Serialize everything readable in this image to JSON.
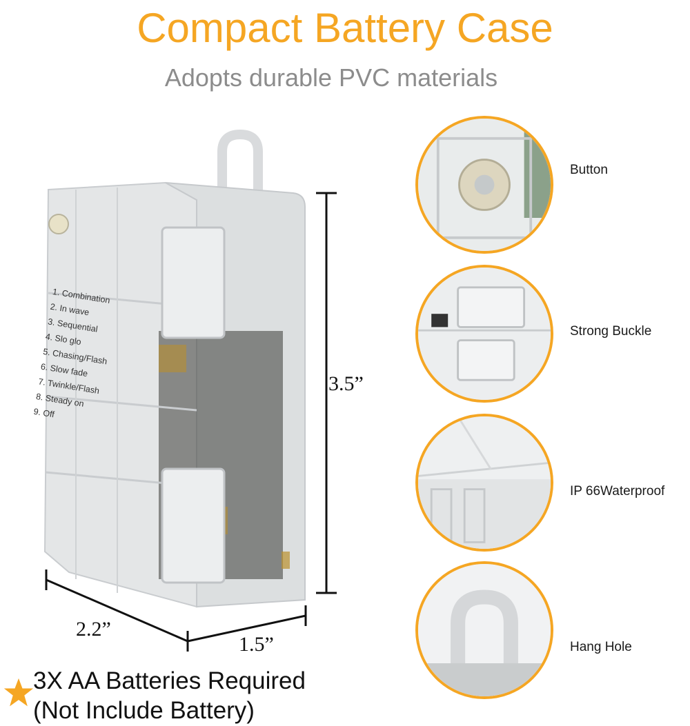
{
  "header": {
    "title": "Compact Battery Case",
    "subtitle": "Adopts durable PVC materials"
  },
  "product": {
    "mode_list": [
      "1. Combination",
      "2. In wave",
      "3. Sequential",
      "4. Slo glo",
      "5. Chasing/Flash",
      "6. Slow fade",
      "7. Twinkle/Flash",
      "8. Steady on",
      "9. Off"
    ],
    "dimensions": {
      "height": "3.5”",
      "width": "2.2”",
      "depth": "1.5”"
    }
  },
  "details": [
    {
      "label": "Button",
      "icon": "button-detail-icon"
    },
    {
      "label": "Strong Buckle",
      "icon": "buckle-detail-icon"
    },
    {
      "label": "IP 66Waterproof",
      "icon": "waterproof-detail-icon"
    },
    {
      "label": "Hang Hole",
      "icon": "hang-hole-detail-icon"
    }
  ],
  "footer": {
    "line1": "3X AA Batteries Required",
    "line2": "(Not Include Battery)",
    "star_icon": "star-icon"
  },
  "colors": {
    "accent": "#f5a623",
    "subtitle": "#8c8c8c",
    "text": "#111111"
  }
}
